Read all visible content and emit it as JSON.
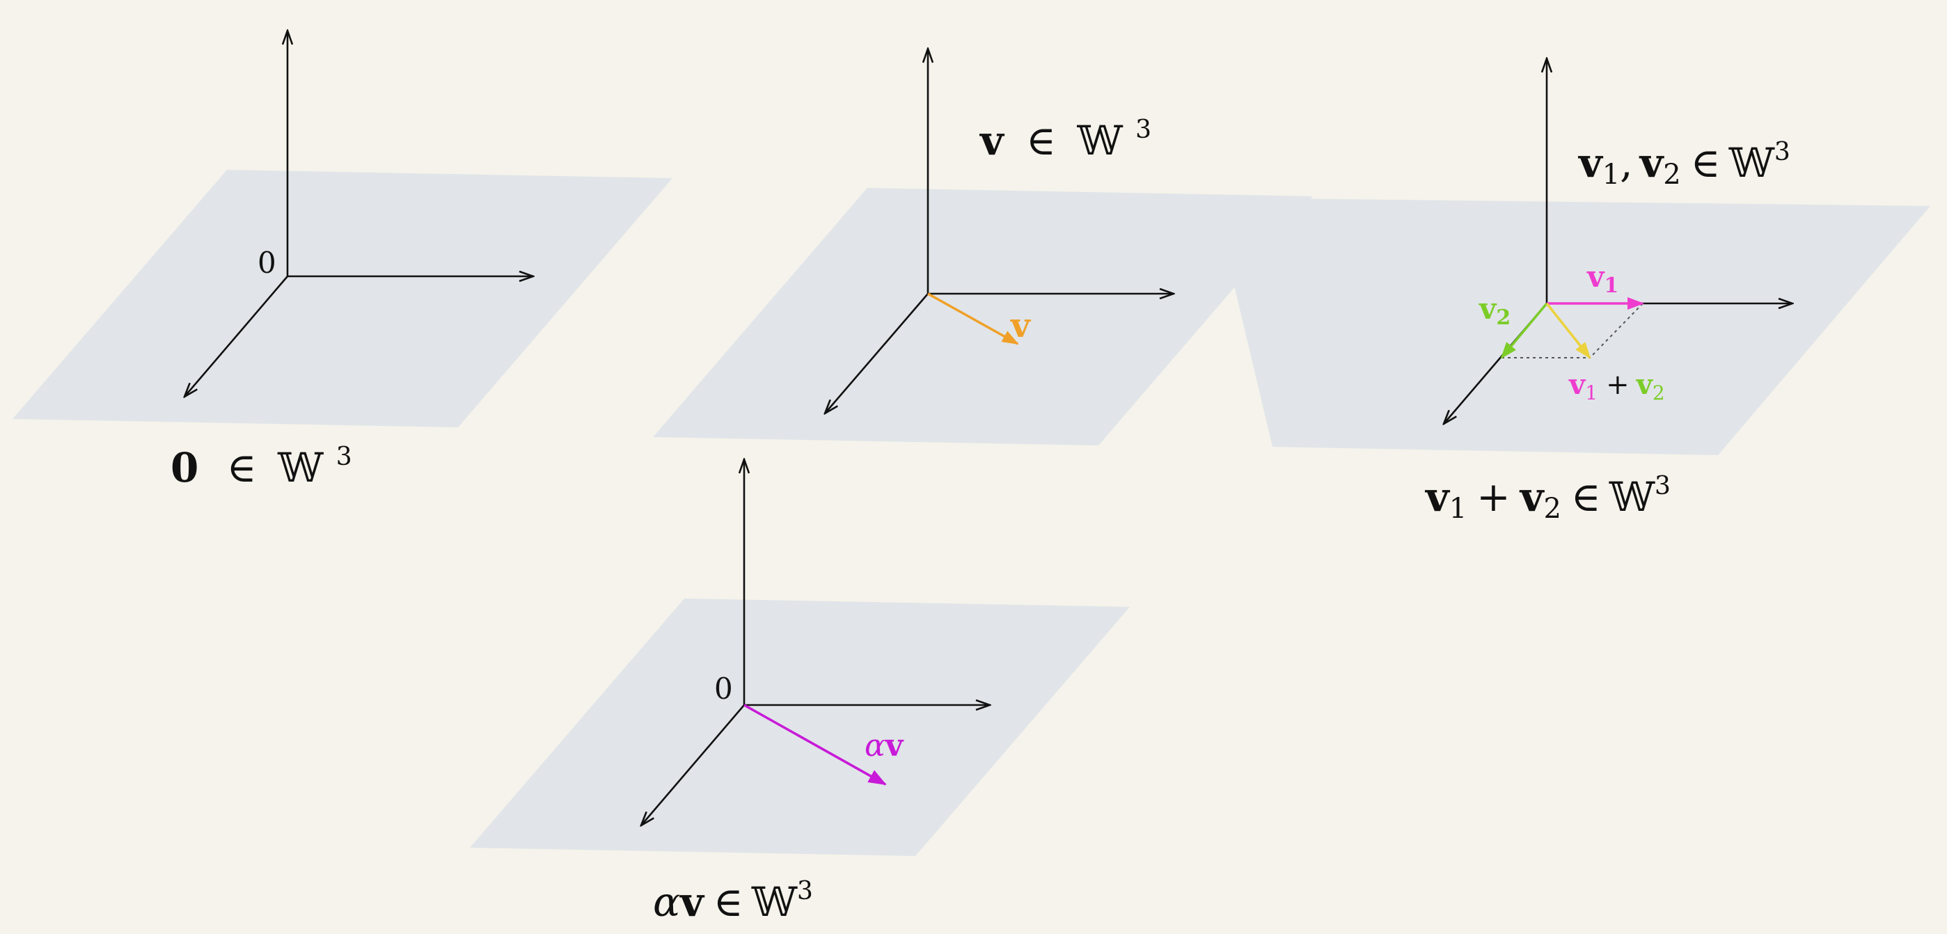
{
  "panels": {
    "zero": {
      "origin_label": "0",
      "caption": {
        "vec": "0",
        "rel": "∈",
        "space": "𝕎",
        "exp": "3"
      }
    },
    "single": {
      "vector_label": "v",
      "caption": {
        "vec": "v",
        "rel": "∈",
        "space": "𝕎",
        "exp": "3"
      }
    },
    "sum": {
      "caption_top": {
        "v": "v",
        "sub1": "1",
        "comma": ",",
        "sub2": "2",
        "rel": "∈",
        "space": "𝕎",
        "exp": "3"
      },
      "v1_label": {
        "v": "v",
        "sub": "1"
      },
      "v2_label": {
        "v": "v",
        "sub": "2"
      },
      "sum_label": {
        "v": "v",
        "sub1": "1",
        "plus": "+",
        "sub2": "2"
      },
      "caption_bottom": {
        "v": "v",
        "sub1": "1",
        "plus": "+",
        "sub2": "2",
        "rel": "∈",
        "space": "𝕎",
        "exp": "3"
      }
    },
    "scalar": {
      "origin_label": "0",
      "vector_label": {
        "alpha": "α",
        "v": "v"
      },
      "caption": {
        "alpha": "α",
        "v": "v",
        "rel": "∈",
        "space": "𝕎",
        "exp": "3"
      }
    }
  },
  "colors": {
    "background": "#f5f3eb",
    "plane": "#e1e5e9",
    "axis": "#111111",
    "v": "#f0a028",
    "v1": "#ee3cce",
    "v2": "#7ccc28",
    "v1_plus_v2": "#ecd23c",
    "alpha_v": "#c81ad8"
  }
}
